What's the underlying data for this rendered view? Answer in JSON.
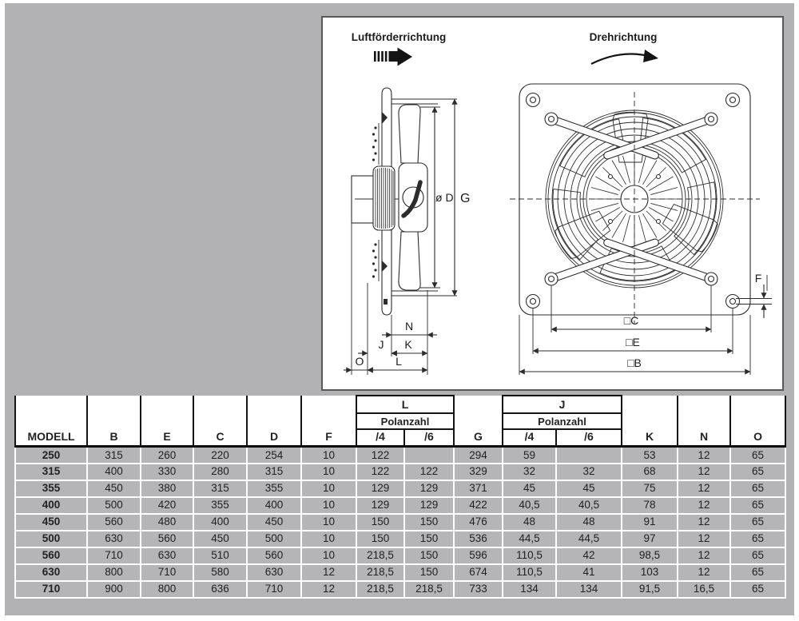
{
  "page": {
    "background": "#b2b2b4",
    "paper": "#ffffff",
    "line": "#2c2c2c"
  },
  "diagram": {
    "airflow_label": "Luftförderrichtung",
    "rotation_label": "Drehrichtung",
    "dims": {
      "d": "ø D",
      "g": "G",
      "n": "N",
      "j": "J",
      "k": "K",
      "o": "O",
      "l": "L",
      "c": "□C",
      "e": "□E",
      "b": "□B",
      "f": "F"
    }
  },
  "table": {
    "header": {
      "modell": "MODELL",
      "b": "B",
      "e": "E",
      "c": "C",
      "d": "D",
      "f": "F",
      "l": "L",
      "j": "J",
      "polanzahl": "Polanzahl",
      "p4": "/4",
      "p6": "/6",
      "g": "G",
      "k": "K",
      "n": "N",
      "o": "O"
    },
    "rows": [
      {
        "modell": "250",
        "b": "315",
        "e": "260",
        "c": "220",
        "d": "254",
        "f": "10",
        "l4": "122",
        "l6": "",
        "g": "294",
        "j4": "59",
        "j6": "",
        "k": "53",
        "n": "12",
        "o": "65"
      },
      {
        "modell": "315",
        "b": "400",
        "e": "330",
        "c": "280",
        "d": "315",
        "f": "10",
        "l4": "122",
        "l6": "122",
        "g": "329",
        "j4": "32",
        "j6": "32",
        "k": "68",
        "n": "12",
        "o": "65"
      },
      {
        "modell": "355",
        "b": "450",
        "e": "380",
        "c": "315",
        "d": "355",
        "f": "10",
        "l4": "129",
        "l6": "129",
        "g": "371",
        "j4": "45",
        "j6": "45",
        "k": "75",
        "n": "12",
        "o": "65"
      },
      {
        "modell": "400",
        "b": "500",
        "e": "420",
        "c": "355",
        "d": "400",
        "f": "10",
        "l4": "129",
        "l6": "129",
        "g": "422",
        "j4": "40,5",
        "j6": "40,5",
        "k": "78",
        "n": "12",
        "o": "65"
      },
      {
        "modell": "450",
        "b": "560",
        "e": "480",
        "c": "400",
        "d": "450",
        "f": "10",
        "l4": "150",
        "l6": "150",
        "g": "476",
        "j4": "48",
        "j6": "48",
        "k": "91",
        "n": "12",
        "o": "65"
      },
      {
        "modell": "500",
        "b": "630",
        "e": "560",
        "c": "450",
        "d": "500",
        "f": "10",
        "l4": "150",
        "l6": "150",
        "g": "536",
        "j4": "44,5",
        "j6": "44,5",
        "k": "97",
        "n": "12",
        "o": "65"
      },
      {
        "modell": "560",
        "b": "710",
        "e": "630",
        "c": "510",
        "d": "560",
        "f": "10",
        "l4": "218,5",
        "l6": "150",
        "g": "596",
        "j4": "110,5",
        "j6": "42",
        "k": "98,5",
        "n": "12",
        "o": "65"
      },
      {
        "modell": "630",
        "b": "800",
        "e": "710",
        "c": "580",
        "d": "630",
        "f": "12",
        "l4": "218,5",
        "l6": "150",
        "g": "674",
        "j4": "110,5",
        "j6": "41",
        "k": "103",
        "n": "12",
        "o": "65"
      },
      {
        "modell": "710",
        "b": "900",
        "e": "800",
        "c": "636",
        "d": "710",
        "f": "12",
        "l4": "218,5",
        "l6": "218,5",
        "g": "733",
        "j4": "134",
        "j6": "134",
        "k": "91,5",
        "n": "16,5",
        "o": "65"
      }
    ]
  }
}
